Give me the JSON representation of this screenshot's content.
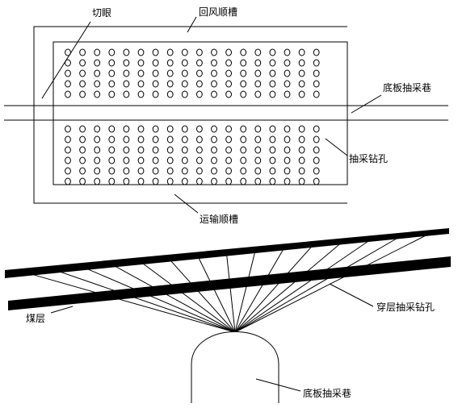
{
  "labels": {
    "return_air_roadway": "回风顺槽",
    "cut_hole": "切眼",
    "floor_drainage_roadway_top": "底板抽采巷",
    "drainage_borehole": "抽采钻孔",
    "haulage_roadway": "运输顺槽",
    "coal_seam": "煤层",
    "crossing_drainage_borehole": "穿层抽采钻孔",
    "floor_drainage_roadway_bottom": "底板抽采巷"
  },
  "borehole_grid": {
    "columns": 18,
    "rows_above_roadway": 5,
    "rows_below_roadway": 6
  },
  "fan_boreholes": 15,
  "colors": {
    "line": "#000000",
    "background": "#ffffff"
  }
}
